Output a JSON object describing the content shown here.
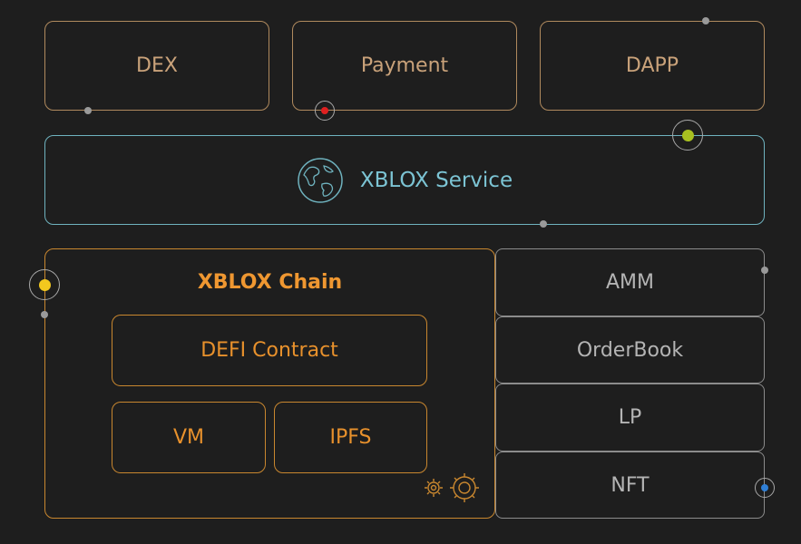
{
  "top_row": {
    "dex": "DEX",
    "payment": "Payment",
    "dapp": "DAPP"
  },
  "service": {
    "label": "XBLOX Service",
    "icon": "globe-icon"
  },
  "chain": {
    "title": "XBLOX Chain",
    "defi": "DEFI Contract",
    "vm": "VM",
    "ipfs": "IPFS",
    "icon": "gears-icon"
  },
  "side_stack": [
    "AMM",
    "OrderBook",
    "LP",
    "NFT"
  ],
  "colors": {
    "background": "#1e1e1e",
    "tan": "#c9a27a",
    "teal": "#7cc4d4",
    "orange": "#e8912c",
    "gray": "#b4b4b4",
    "dot_red": "#e02020",
    "dot_green": "#a8c020",
    "dot_yellow": "#f2c81e",
    "dot_blue": "#2f7fd6"
  }
}
